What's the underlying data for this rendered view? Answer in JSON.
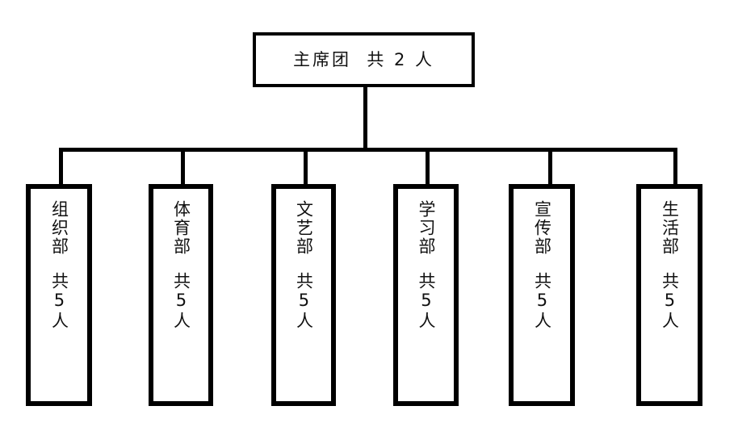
{
  "diagram": {
    "type": "organization-chart",
    "title_text": "",
    "orientation": "top-down",
    "colors": {
      "background": "#ffffff",
      "line": "#000000",
      "border": "#000000",
      "text": "#111111"
    },
    "root": {
      "id": "presidium",
      "label": "主席团  共 2 人",
      "name": "主席团",
      "count_text": "共 2 人",
      "count": 2
    },
    "children": [
      {
        "id": "organization-dept",
        "name": "组织部",
        "count_text": "共5人",
        "count": 5
      },
      {
        "id": "sports-dept",
        "name": "体育部",
        "count_text": "共5人",
        "count": 5
      },
      {
        "id": "arts-dept",
        "name": "文艺部",
        "count_text": "共5人",
        "count": 5
      },
      {
        "id": "study-dept",
        "name": "学习部",
        "count_text": "共5人",
        "count": 5
      },
      {
        "id": "publicity-dept",
        "name": "宣传部",
        "count_text": "共5人",
        "count": 5
      },
      {
        "id": "welfare-dept",
        "name": "生活部",
        "count_text": "共5人",
        "count": 5
      }
    ]
  }
}
